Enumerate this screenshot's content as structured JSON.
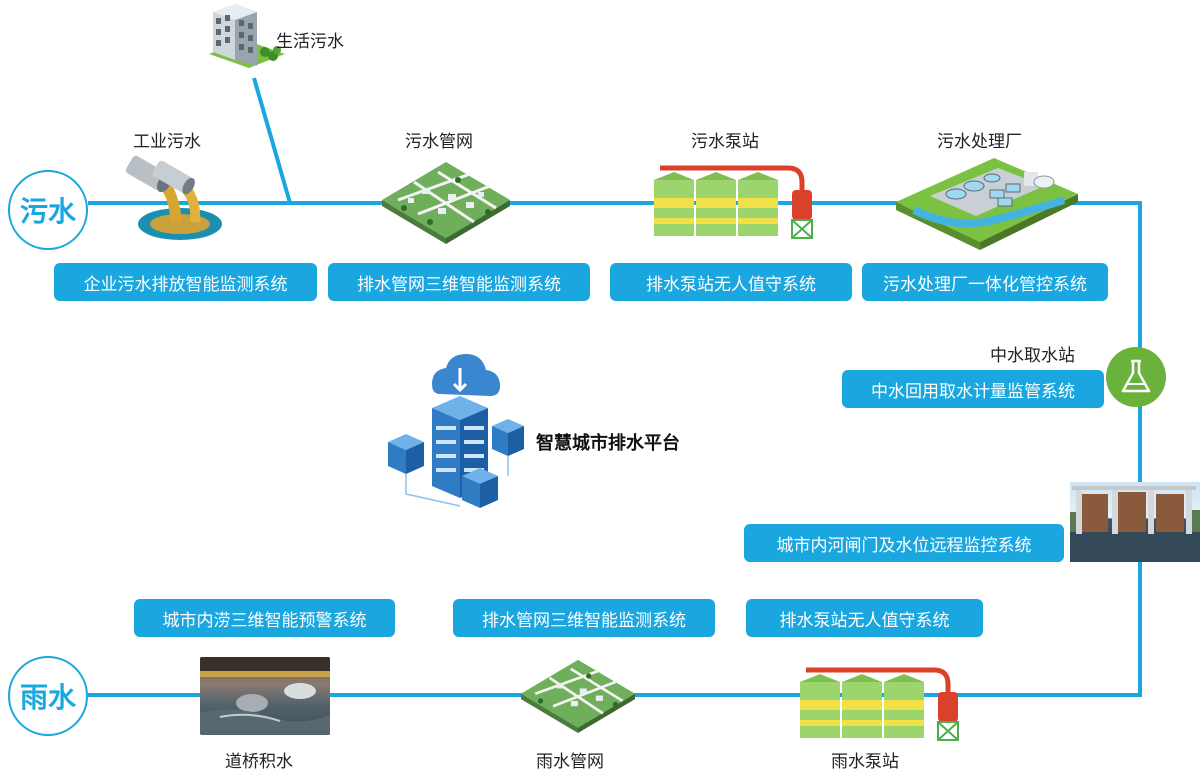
{
  "sewage_label": "污水",
  "rain_label": "雨水",
  "nodes": {
    "domestic": "生活污水",
    "industrial": "工业污水",
    "sewage_network": "污水管网",
    "sewage_pump": "污水泵站",
    "treatment_plant": "污水处理厂",
    "reclaimed_station": "中水取水站",
    "waterlogging": "道桥积水",
    "rain_network": "雨水管网",
    "rain_pump": "雨水泵站"
  },
  "systems": {
    "enterprise": "企业污水排放智能监测系统",
    "sewage_network_3d": "排水管网三维智能监测系统",
    "sewage_pump_unattended": "排水泵站无人值守系统",
    "plant_integrated": "污水处理厂一体化管控系统",
    "reclaimed_metering": "中水回用取水计量监管系统",
    "river_gate": "城市内河闸门及水位远程监控系统",
    "flood_warning": "城市内涝三维智能预警系统",
    "rain_network_3d": "排水管网三维智能监测系统",
    "rain_pump_unattended": "排水泵站无人值守系统"
  },
  "platform": "智慧城市排水平台",
  "colors": {
    "line": "#1aa7e0",
    "accent_green": "#4caf50",
    "pump_red": "#d9412b"
  }
}
